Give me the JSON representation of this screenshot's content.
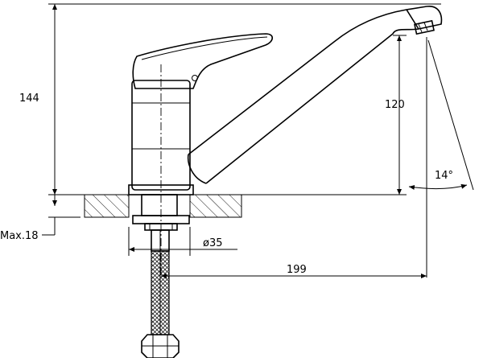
{
  "labels": {
    "overall_height": "144",
    "spout_height": "120",
    "spout_angle": "14°",
    "max_thickness": "Max.18",
    "base_diameter": "ø35",
    "spout_reach": "199"
  }
}
